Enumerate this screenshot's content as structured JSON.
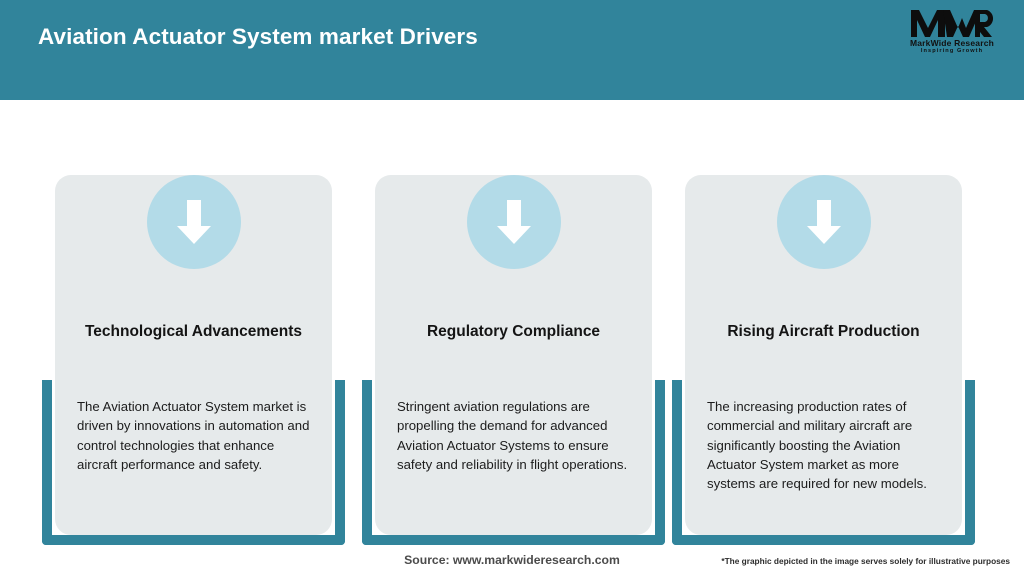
{
  "header": {
    "title": "Aviation Actuator System market Drivers",
    "background_color": "#31849b",
    "title_color": "#ffffff"
  },
  "logo": {
    "mark": "MWR",
    "name": "MarkWide Research",
    "tagline": "Inspiring Growth"
  },
  "theme": {
    "accent_color": "#31849b",
    "card_background": "#e6eaeb",
    "badge_color": "#b3dbe8",
    "arrow_color": "#ffffff"
  },
  "cards": [
    {
      "icon": "arrow-down-icon",
      "title": "Technological Advancements",
      "body": "The Aviation Actuator System market is driven by innovations in automation and control technologies that enhance aircraft performance and safety."
    },
    {
      "icon": "arrow-down-icon",
      "title": "Regulatory Compliance",
      "body": "Stringent aviation regulations are propelling the demand for advanced Aviation Actuator Systems to ensure safety and reliability in flight operations."
    },
    {
      "icon": "arrow-down-icon",
      "title": "Rising Aircraft Production",
      "body": "The increasing production rates of commercial and military aircraft are significantly boosting the Aviation Actuator System market as more systems are required for new models."
    }
  ],
  "footer": {
    "source": "Source: www.markwideresearch.com",
    "disclaimer": "*The graphic depicted in the image serves solely for illustrative purposes"
  }
}
